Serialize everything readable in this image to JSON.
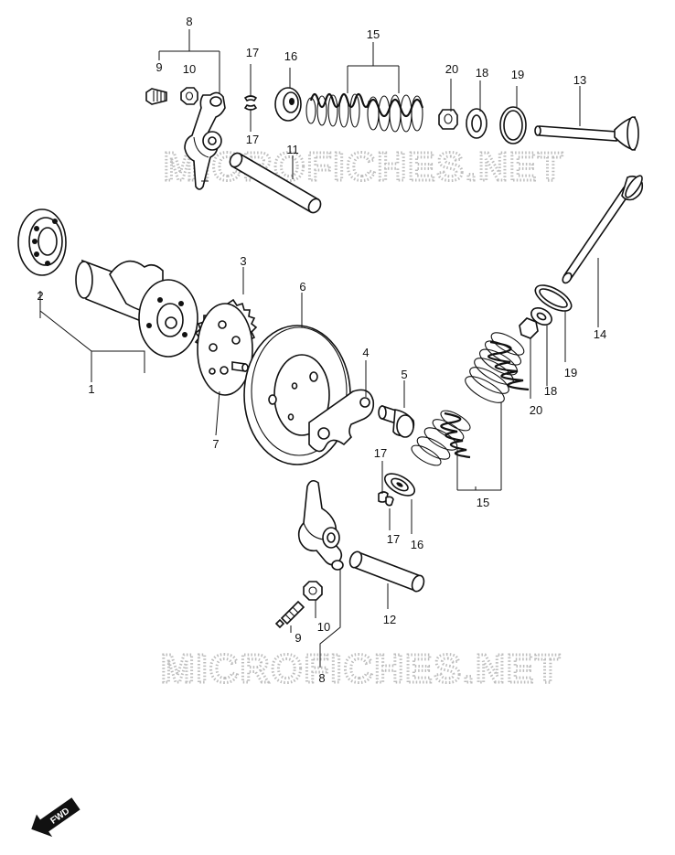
{
  "watermark": {
    "text": "MICROFICHES.NET"
  },
  "fwd_badge": {
    "text": "FWD"
  },
  "callouts": [
    {
      "id": "c1",
      "label": "1"
    },
    {
      "id": "c2",
      "label": "2"
    },
    {
      "id": "c3",
      "label": "3"
    },
    {
      "id": "c4",
      "label": "4"
    },
    {
      "id": "c5",
      "label": "5"
    },
    {
      "id": "c6",
      "label": "6"
    },
    {
      "id": "c7",
      "label": "7"
    },
    {
      "id": "c8a",
      "label": "8"
    },
    {
      "id": "c8b",
      "label": "8"
    },
    {
      "id": "c9a",
      "label": "9"
    },
    {
      "id": "c9b",
      "label": "9"
    },
    {
      "id": "c10a",
      "label": "10"
    },
    {
      "id": "c10b",
      "label": "10"
    },
    {
      "id": "c11",
      "label": "11"
    },
    {
      "id": "c12",
      "label": "12"
    },
    {
      "id": "c13",
      "label": "13"
    },
    {
      "id": "c14",
      "label": "14"
    },
    {
      "id": "c15a",
      "label": "15"
    },
    {
      "id": "c15b",
      "label": "15"
    },
    {
      "id": "c16a",
      "label": "16"
    },
    {
      "id": "c16b",
      "label": "16"
    },
    {
      "id": "c17a",
      "label": "17"
    },
    {
      "id": "c17b",
      "label": "17"
    },
    {
      "id": "c17c",
      "label": "17"
    },
    {
      "id": "c17d",
      "label": "17"
    },
    {
      "id": "c18a",
      "label": "18"
    },
    {
      "id": "c18b",
      "label": "18"
    },
    {
      "id": "c19a",
      "label": "19"
    },
    {
      "id": "c19b",
      "label": "19"
    },
    {
      "id": "c20a",
      "label": "20"
    },
    {
      "id": "c20b",
      "label": "20"
    }
  ]
}
